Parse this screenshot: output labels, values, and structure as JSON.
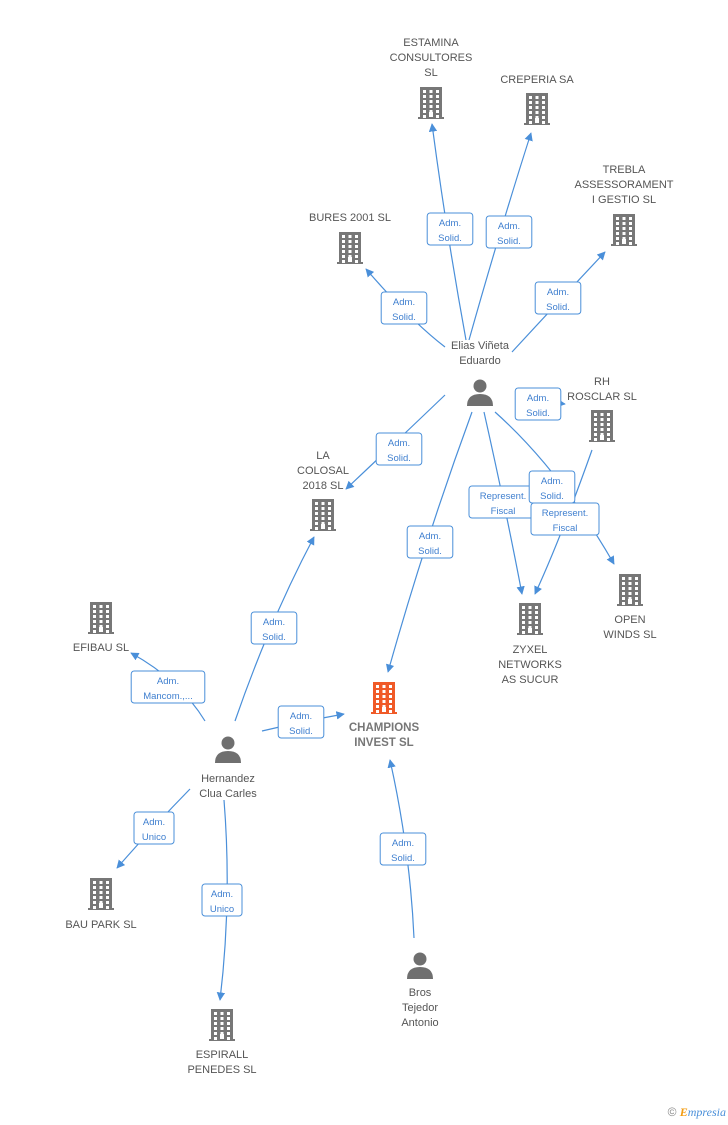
{
  "companies": [
    {
      "id": "estamina",
      "lines": [
        "ESTAMINA",
        "CONSULTORES",
        "SL"
      ]
    },
    {
      "id": "creperia",
      "lines": [
        "CREPERIA SA"
      ]
    },
    {
      "id": "trebla",
      "lines": [
        "TREBLA",
        "ASSESSORAMENT",
        "I GESTIO SL"
      ]
    },
    {
      "id": "bures",
      "lines": [
        "BURES 2001 SL"
      ]
    },
    {
      "id": "rh_rosclar",
      "lines": [
        "RH",
        "ROSCLAR SL"
      ]
    },
    {
      "id": "la_colosal",
      "lines": [
        "LA",
        "COLOSAL",
        "2018 SL"
      ]
    },
    {
      "id": "efibau",
      "lines": [
        "EFIBAU SL"
      ]
    },
    {
      "id": "champions",
      "lines": [
        "CHAMPIONS",
        "INVEST SL"
      ],
      "main": true
    },
    {
      "id": "zyxel",
      "lines": [
        "ZYXEL",
        "NETWORKS",
        "AS SUCUR"
      ]
    },
    {
      "id": "open_winds",
      "lines": [
        "OPEN",
        "WINDS SL"
      ]
    },
    {
      "id": "bau_park",
      "lines": [
        "BAU PARK SL"
      ]
    },
    {
      "id": "espirall",
      "lines": [
        "ESPIRALL",
        "PENEDES SL"
      ]
    }
  ],
  "persons": [
    {
      "id": "elias",
      "lines": [
        "Elias Viñeta",
        "Eduardo"
      ]
    },
    {
      "id": "hernandez",
      "lines": [
        "Hernandez",
        "Clua Carles"
      ]
    },
    {
      "id": "bros",
      "lines": [
        "Bros",
        "Tejedor",
        "Antonio"
      ]
    }
  ],
  "edges": [
    {
      "from": "elias",
      "to": "estamina",
      "label": [
        "Adm.",
        "Solid."
      ]
    },
    {
      "from": "elias",
      "to": "creperia",
      "label": [
        "Adm.",
        "Solid."
      ]
    },
    {
      "from": "elias",
      "to": "trebla",
      "label": [
        "Adm.",
        "Solid."
      ]
    },
    {
      "from": "elias",
      "to": "bures",
      "label": [
        "Adm.",
        "Solid."
      ]
    },
    {
      "from": "elias",
      "to": "rh_rosclar",
      "label": [
        "Adm.",
        "Solid."
      ]
    },
    {
      "from": "elias",
      "to": "la_colosal",
      "label": [
        "Adm.",
        "Solid."
      ]
    },
    {
      "from": "elias",
      "to": "champions",
      "label": [
        "Adm.",
        "Solid."
      ]
    },
    {
      "from": "elias",
      "to": "zyxel",
      "label": [
        "Represent.",
        "Fiscal"
      ]
    },
    {
      "from": "elias",
      "to": "open_winds",
      "label": [
        "Adm.",
        "Solid."
      ]
    },
    {
      "from": "rh_rosclar",
      "to": "zyxel",
      "label": [
        "Represent.",
        "Fiscal"
      ]
    },
    {
      "from": "hernandez",
      "to": "la_colosal",
      "label": [
        "Adm.",
        "Solid."
      ]
    },
    {
      "from": "hernandez",
      "to": "efibau",
      "label": [
        "Adm.",
        "Mancom.,..."
      ]
    },
    {
      "from": "hernandez",
      "to": "champions",
      "label": [
        "Adm.",
        "Solid."
      ]
    },
    {
      "from": "hernandez",
      "to": "bau_park",
      "label": [
        "Adm.",
        "Unico"
      ]
    },
    {
      "from": "hernandez",
      "to": "espirall",
      "label": [
        "Adm.",
        "Unico"
      ]
    },
    {
      "from": "bros",
      "to": "champions",
      "label": [
        "Adm.",
        "Solid."
      ]
    }
  ],
  "colors": {
    "edge": "#4a8fd9",
    "building": "#777777",
    "main_building": "#f05a28",
    "person": "#6f6f6f"
  },
  "footer": {
    "copyright": "©",
    "brand_initial": "E",
    "brand_rest": "mpresia"
  }
}
